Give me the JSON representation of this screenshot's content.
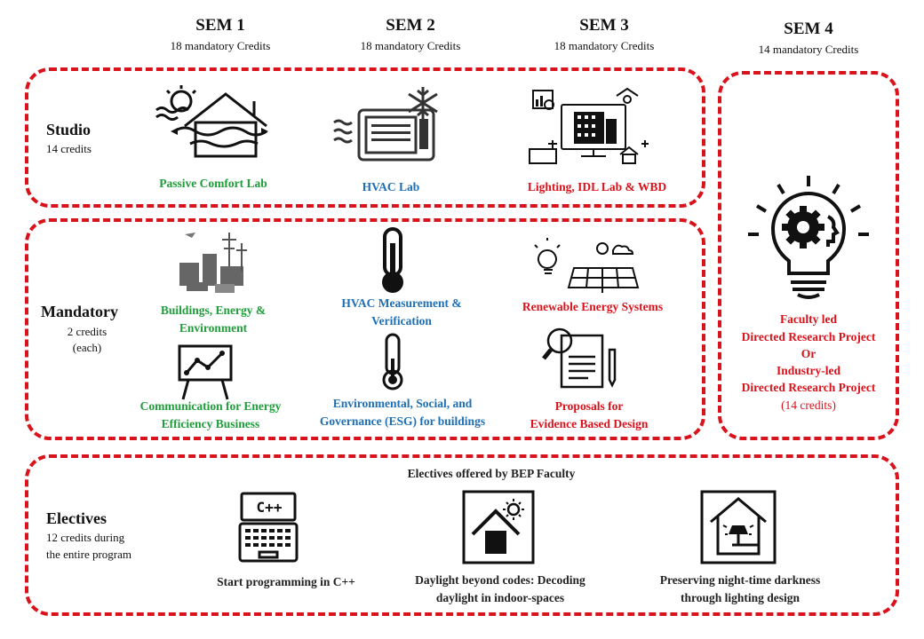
{
  "semesters": [
    {
      "title": "SEM 1",
      "credits": "18 mandatory  Credits"
    },
    {
      "title": "SEM 2",
      "credits": "18 mandatory  Credits"
    },
    {
      "title": "SEM 3",
      "credits": "18 mandatory  Credits"
    },
    {
      "title": "SEM 4",
      "credits": "14 mandatory  Credits"
    }
  ],
  "studio": {
    "label": "Studio",
    "credits": "14 credits",
    "courses": [
      "Passive Comfort Lab",
      "HVAC Lab",
      "Lighting, IDL Lab & WBD"
    ]
  },
  "mandatory": {
    "label": "Mandatory",
    "credits_line1": "2 credits",
    "credits_line2": "(each)",
    "courses": [
      {
        "l1": "Buildings, Energy &",
        "l2": "Environment"
      },
      {
        "l1": "HVAC Measurement &",
        "l2": "Verification"
      },
      {
        "l1": "Renewable Energy Systems",
        "l2": ""
      },
      {
        "l1": "Communication for Energy",
        "l2": "Efficiency Business"
      },
      {
        "l1": "Environmental, Social, and",
        "l2": "Governance (ESG) for buildings"
      },
      {
        "l1": "Proposals for",
        "l2": "Evidence Based Design"
      }
    ]
  },
  "sem4": {
    "lines": [
      "Faculty led",
      "Directed Research Project",
      "Or",
      "Industry-led",
      "Directed Research Project"
    ],
    "credits": "(14 credits)"
  },
  "electives": {
    "label": "Electives",
    "credits_line1": "12 credits during",
    "credits_line2": "the entire program",
    "heading": "Electives offered by BEP Faculty",
    "code_label": "C++",
    "courses": [
      {
        "l1": "Start programming in C++",
        "l2": ""
      },
      {
        "l1": "Daylight beyond codes: Decoding",
        "l2": "daylight in indoor-spaces"
      },
      {
        "l1": "Preserving night-time darkness",
        "l2": "through lighting design"
      }
    ]
  },
  "colors": {
    "accent_red": "#d9121b",
    "green": "#1f9e3a",
    "blue": "#1f6fb5"
  }
}
